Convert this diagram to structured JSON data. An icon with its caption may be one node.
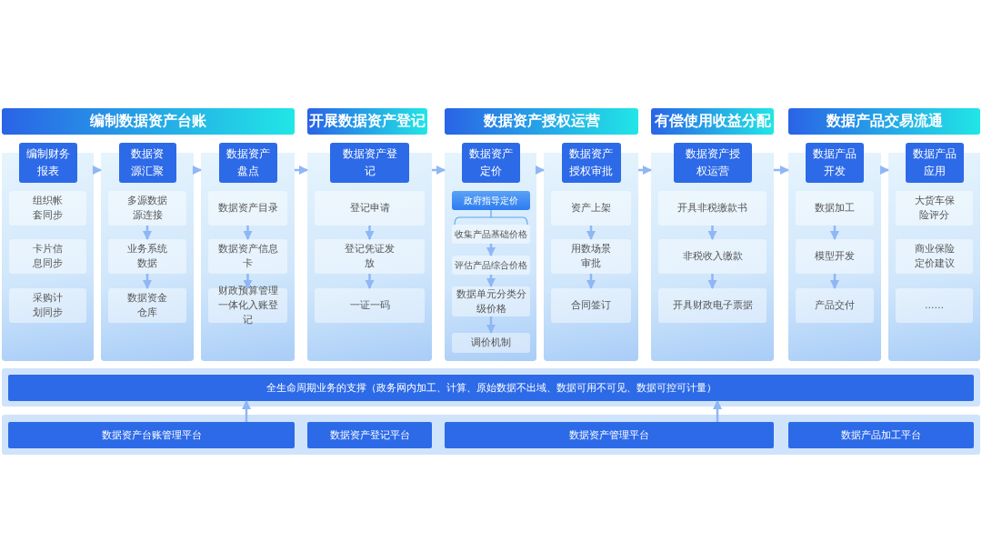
{
  "diagram": {
    "nodes": [
      {
        "text": [
          "编制数据资产台账"
        ]
      },
      {
        "text": [
          "编制财务报表"
        ]
      },
      {
        "text": [
          "组织帐套同步"
        ],
        "in": 1
      },
      {
        "text": [
          "卡片信息同步"
        ],
        "in": 1
      },
      {
        "text": [
          "采购计划同步"
        ],
        "in": 1
      },
      {
        "text": [
          "数据资源汇聚"
        ]
      },
      {
        "text": [
          "多源数据源连接"
        ],
        "in": 5
      },
      {
        "text": [
          "业务系统数据"
        ],
        "in": 5
      },
      {
        "text": [
          "数据资金仓库"
        ],
        "in": 5
      },
      {
        "text": [
          "数据资产盘点"
        ]
      },
      {
        "text": [
          "数据资产目录"
        ],
        "in": 9
      },
      {
        "text": [
          "数据资产信息卡"
        ],
        "in": 9
      },
      {
        "text": [
          "财政预算管理一体化入账登记"
        ],
        "in": 9
      },
      {
        "text": [
          "开展数据资产登记"
        ]
      },
      {
        "text": [
          "数据资产登记"
        ]
      },
      {
        "text": [
          "登记申请"
        ],
        "in": 14
      },
      {
        "text": [
          "登记凭证发放"
        ],
        "in": 14
      },
      {
        "text": [
          "一证一码"
        ],
        "in": 14
      },
      {
        "text": [
          "数据资产授权运营"
        ]
      },
      {
        "text": [
          "数据资产定价"
        ]
      },
      {
        "text": [
          "政府指导定价"
        ],
        "in": 19
      },
      {
        "text": [
          "收集产品基础价格"
        ],
        "in": 19
      },
      {
        "text": [
          "评估产品综合价格"
        ],
        "in": 19
      },
      {
        "text": [
          "数据单元分类分级价格"
        ],
        "in": 19
      },
      {
        "text": [
          "调价机制"
        ],
        "in": 19
      },
      {
        "text": [
          "数据资产授权审批"
        ]
      },
      {
        "text": [
          "资产上架"
        ],
        "in": 25
      },
      {
        "text": [
          "用数场景审批"
        ],
        "in": 25
      },
      {
        "text": [
          "合同签订"
        ],
        "in": 25
      },
      {
        "text": [
          "有偿使用收益分配"
        ]
      },
      {
        "text": [
          "数据资产授权运营"
        ]
      },
      {
        "text": [
          "开具非税缴款书"
        ],
        "in": 30
      },
      {
        "text": [
          "非税收入缴款"
        ],
        "in": 30
      },
      {
        "text": [
          "开具财政电子票据"
        ],
        "in": 30
      },
      {
        "text": [
          "数据产品交易流通"
        ]
      },
      {
        "text": [
          "数据产品开发"
        ]
      },
      {
        "text": [
          "数据加工"
        ],
        "in": 35
      },
      {
        "text": [
          "模型开发"
        ],
        "in": 35
      },
      {
        "text": [
          "产品交付"
        ],
        "in": 35
      },
      {
        "text": [
          "数据产品应用"
        ]
      },
      {
        "text": [
          "大货车保险评分"
        ],
        "in": 39
      },
      {
        "text": [
          "商业保险定价建议"
        ],
        "in": 39
      },
      {
        "text": [
          "……"
        ],
        "in": 39
      },
      {
        "text": [
          "全生命周期业务的支撑（政务网内加工、计算、原始数据不出域、数据可用不可见、数据可控可计量）"
        ]
      },
      {
        "text": [
          "数据资产台账管理平台"
        ]
      },
      {
        "text": [
          "数据资产登记平台"
        ]
      },
      {
        "text": [
          "数据资产管理平台"
        ]
      },
      {
        "text": [
          "数据产品加工平台"
        ]
      }
    ],
    "edges": [
      {
        "from": 1,
        "to": 5,
        "arrow": "to"
      },
      {
        "from": 5,
        "to": 9,
        "arrow": "to"
      },
      {
        "from": 9,
        "to": 14,
        "arrow": "to"
      },
      {
        "from": 14,
        "to": 19,
        "arrow": "to"
      },
      {
        "from": 19,
        "to": 25,
        "arrow": "to"
      },
      {
        "from": 25,
        "to": 30,
        "arrow": "to"
      },
      {
        "from": 30,
        "to": 35,
        "arrow": "to"
      },
      {
        "from": 35,
        "to": 39,
        "arrow": "to"
      },
      {
        "from": 6,
        "to": 7,
        "arrow": "to"
      },
      {
        "from": 7,
        "to": 8,
        "arrow": "to"
      },
      {
        "from": 10,
        "to": 11,
        "arrow": "to"
      },
      {
        "from": 11,
        "to": 12,
        "arrow": "to"
      },
      {
        "from": 15,
        "to": 16,
        "arrow": "to"
      },
      {
        "from": 16,
        "to": 17,
        "arrow": "to"
      },
      {
        "from": 20,
        "to": 21,
        "arrow": "none"
      },
      {
        "from": 21,
        "to": 22,
        "arrow": "to"
      },
      {
        "from": 22,
        "to": 23,
        "arrow": "to"
      },
      {
        "from": 23,
        "to": 24,
        "arrow": "to"
      },
      {
        "from": 26,
        "to": 27,
        "arrow": "to"
      },
      {
        "from": 27,
        "to": 28,
        "arrow": "to"
      },
      {
        "from": 31,
        "to": 32,
        "arrow": "to"
      },
      {
        "from": 32,
        "to": 33,
        "arrow": "to"
      },
      {
        "from": 36,
        "to": 37,
        "arrow": "to"
      },
      {
        "from": 37,
        "to": 38,
        "arrow": "to"
      },
      {
        "from": 44,
        "to": 43,
        "arrow": "to"
      },
      {
        "from": 46,
        "to": 43,
        "arrow": "to"
      }
    ]
  }
}
